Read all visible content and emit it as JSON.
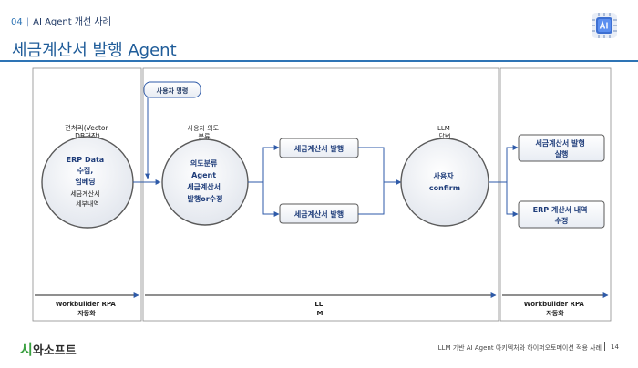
{
  "header": {
    "section_number": "04",
    "section_name": "AI Agent 개선 사례",
    "title": "세금계산서 발행 Agent"
  },
  "diagram": {
    "trigger_label": "사용자 명령",
    "nodes": {
      "preprocess_caption": [
        "전처리(Vector",
        "DB저장)"
      ],
      "preprocess_circle": [
        "ERP Data",
        "수집,",
        "임베딩",
        "세금계산서",
        "세부내역"
      ],
      "intent_caption": [
        "사용자 의도",
        "분류"
      ],
      "intent_circle": [
        "의도분류",
        "Agent",
        "세금계산서",
        "발행or수정"
      ],
      "llm_caption": [
        "LLM",
        "답변"
      ],
      "confirm_circle": [
        "사용자",
        "confirm"
      ],
      "issue_top": "세금계산서 발행",
      "issue_bottom": "세금계산서 발행",
      "exec_top": [
        "세금계산서 발행",
        "실행"
      ],
      "exec_bottom": [
        "ERP 계산서 내역",
        "수정"
      ]
    },
    "bottom_labels": {
      "left": [
        "Workbuilder RPA",
        "자동화"
      ],
      "middle": [
        "LL",
        "M"
      ],
      "right": [
        "Workbuilder RPA",
        "자동화"
      ]
    }
  },
  "footer": {
    "company_mark": "시",
    "company_rest": "와소프트",
    "description": "LLM 기반 AI Agent 아키텍처와 하이퍼오토메이션 적용 사례",
    "page_number": "14"
  }
}
